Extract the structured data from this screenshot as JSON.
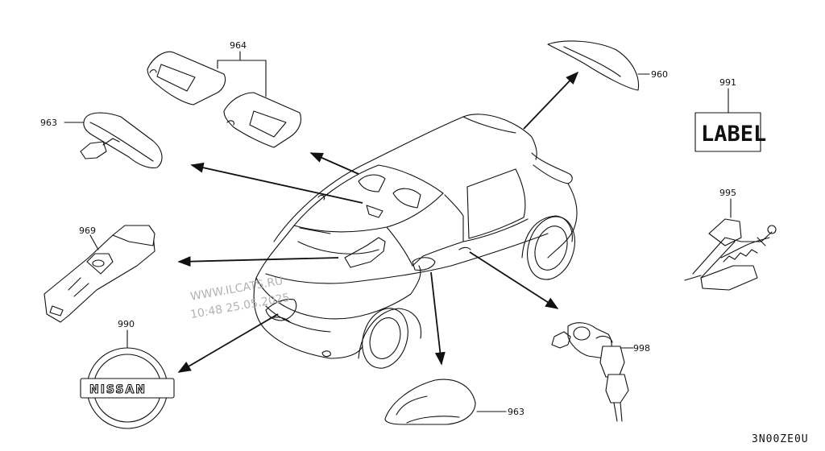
{
  "diagram": {
    "drawing_code": "3N00ZE0U",
    "watermark": [
      "WWW.ILCATS.RU",
      "10:48 25.05.2025"
    ],
    "parts": {
      "p964": "964",
      "p963_top": "963",
      "p960": "960",
      "p991": "991",
      "p969": "969",
      "p995": "995",
      "p990": "990",
      "p998": "998",
      "p963_bottom": "963"
    },
    "label_plate_text": "LABEL",
    "emblem_text": "NISSAN"
  }
}
